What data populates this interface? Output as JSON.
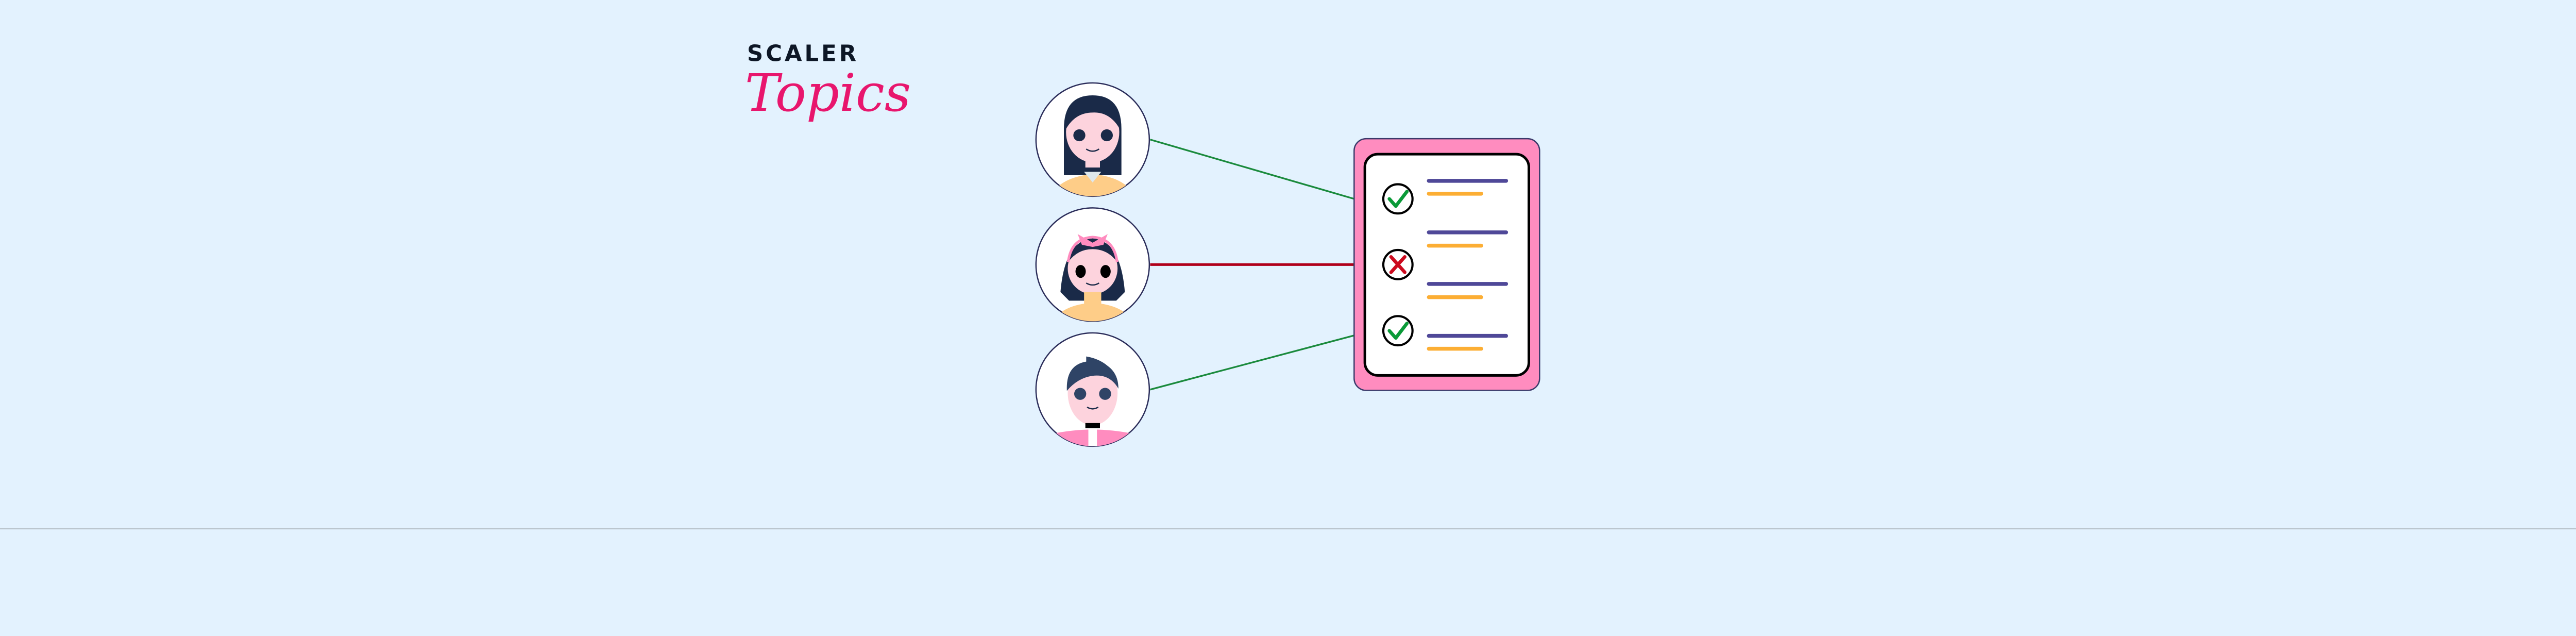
{
  "logo": {
    "brand": "SCALER",
    "sub": "Topics"
  },
  "colors": {
    "background": "#e3f2fe",
    "accent_pink": "#ff8cbf",
    "check_green": "#0a9a38",
    "cross_red": "#cc0a1e",
    "line_purple": "#4f4898",
    "line_orange": "#fcae34",
    "connector_green": "#1a8a3c",
    "connector_red": "#b0001a"
  },
  "people": [
    {
      "name": "person-1",
      "result": "approved"
    },
    {
      "name": "person-2",
      "result": "rejected"
    },
    {
      "name": "person-3",
      "result": "approved"
    }
  ],
  "checklist": [
    {
      "status": "check"
    },
    {
      "status": "cross"
    },
    {
      "status": "check"
    }
  ]
}
